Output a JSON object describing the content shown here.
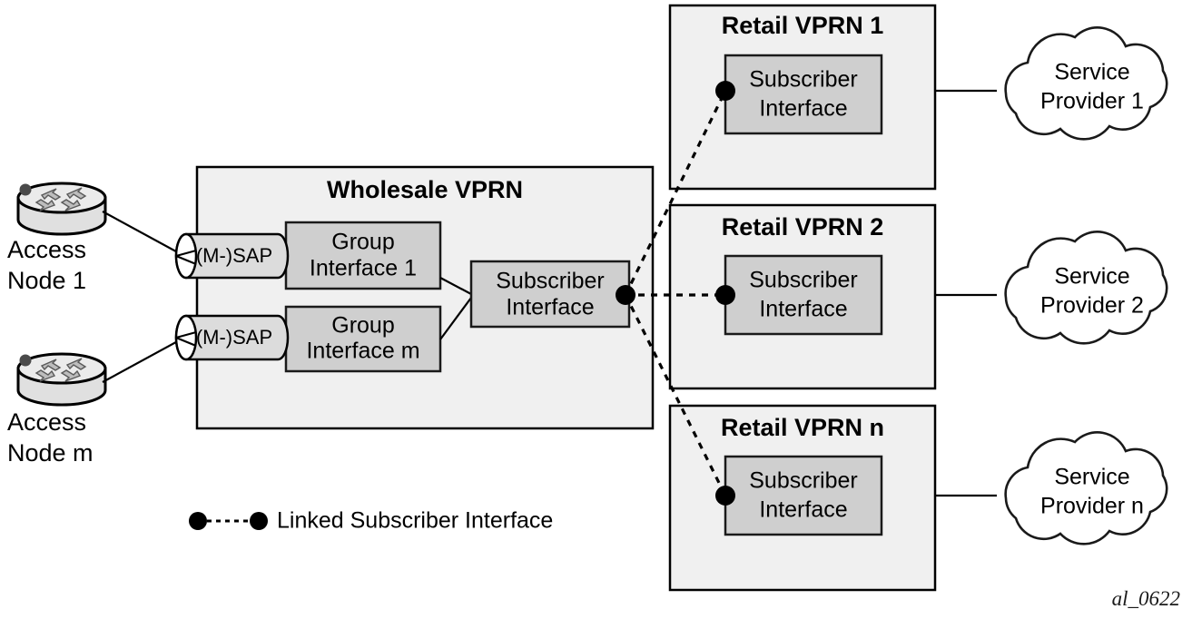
{
  "diagram": {
    "caption": "al_0622",
    "colors": {
      "container_fill": "#f0f0f0",
      "interface_fill": "#cfcfcf",
      "sap_fill": "#dcdcdc",
      "stroke": "#000000",
      "cloud_fill": "#ffffff"
    },
    "access_nodes": [
      {
        "label_line1": "Access",
        "label_line2": "Node 1"
      },
      {
        "label_line1": "Access",
        "label_line2": "Node m"
      }
    ],
    "wholesale": {
      "title": "Wholesale VPRN",
      "saps": [
        {
          "label": "(M-)SAP"
        },
        {
          "label": "(M-)SAP"
        }
      ],
      "group_interfaces": [
        {
          "line1": "Group",
          "line2": "Interface 1"
        },
        {
          "line1": "Group",
          "line2": "Interface m"
        }
      ],
      "subscriber_interface": {
        "line1": "Subscriber",
        "line2": "Interface"
      }
    },
    "retail_vprns": [
      {
        "title": "Retail VPRN 1",
        "subscriber_interface": {
          "line1": "Subscriber",
          "line2": "Interface"
        }
      },
      {
        "title": "Retail VPRN 2",
        "subscriber_interface": {
          "line1": "Subscriber",
          "line2": "Interface"
        }
      },
      {
        "title": "Retail VPRN n",
        "subscriber_interface": {
          "line1": "Subscriber",
          "line2": "Interface"
        }
      }
    ],
    "service_providers": [
      {
        "line1": "Service",
        "line2": "Provider 1"
      },
      {
        "line1": "Service",
        "line2": "Provider 2"
      },
      {
        "line1": "Service",
        "line2": "Provider n"
      }
    ],
    "legend": {
      "label": "Linked Subscriber Interface"
    }
  }
}
